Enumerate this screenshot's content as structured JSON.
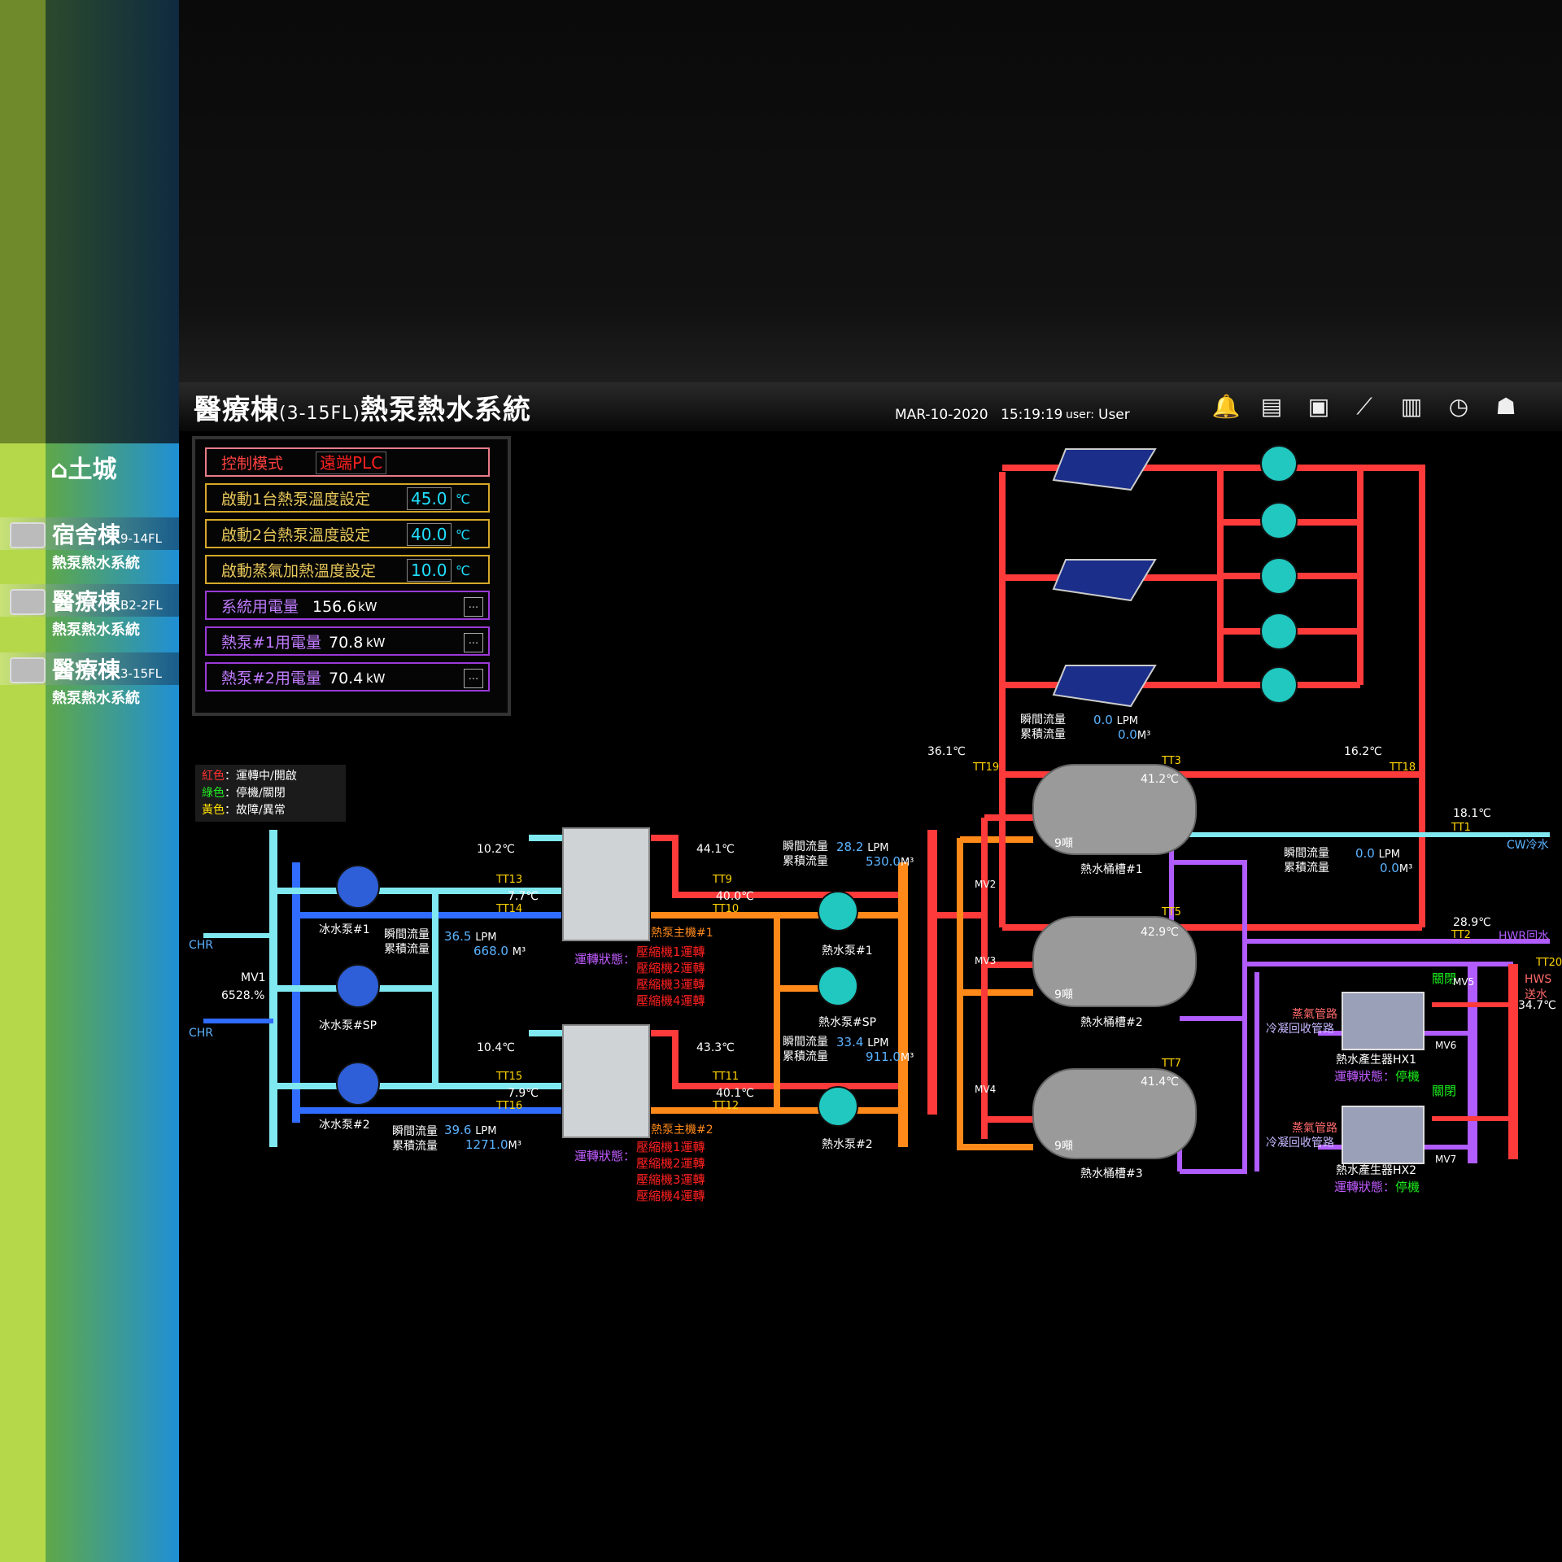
{
  "header": {
    "title": "醫療棟",
    "title_floor": "(3-15FL)",
    "title_rest": "熱泵熱水系統",
    "date": "MAR-10-2020",
    "time": "15:19:19",
    "user_label": "user:",
    "user": "User",
    "icons": [
      "alarm-bell-icon",
      "report-search-icon",
      "user-report-icon",
      "trend-chart-icon",
      "summary-report-icon",
      "schedule-clock-icon",
      "account-icon"
    ]
  },
  "sidebar": {
    "home": "土城",
    "items": [
      {
        "name": "宿舍棟",
        "floor": "9-14FL",
        "sub": "熱泵熱水系統"
      },
      {
        "name": "醫療棟",
        "floor": "B2-2FL",
        "sub": "熱泵熱水系統"
      },
      {
        "name": "醫療棟",
        "floor": "3-15FL",
        "sub": "熱泵熱水系統"
      }
    ]
  },
  "panel": {
    "mode_label": "控制模式",
    "mode_value": "遠端PLC",
    "set1_label": "啟動1台熱泵溫度設定",
    "set1_value": "45.0",
    "unit_c": "℃",
    "set2_label": "啟動2台熱泵溫度設定",
    "set2_value": "40.0",
    "set3_label": "啟動蒸氣加熱溫度設定",
    "set3_value": "10.0",
    "p1_label": "系統用電量",
    "p1_value": "156.6",
    "unit_kw": "kW",
    "p2_label": "熱泵#1用電量",
    "p2_value": "70.8",
    "p3_label": "熱泵#2用電量",
    "p3_value": "70.4",
    "more": "..."
  },
  "legend": {
    "red": "紅色",
    "red_desc": "：運轉中/開啟",
    "green": "綠色",
    "green_desc": "：停機/關閉",
    "yellow": "黃色",
    "yellow_desc": "：故障/異常"
  },
  "colors": {
    "hot": "#ff3a3a",
    "orange": "#ff8a1a",
    "purple": "#b05cff",
    "cyan": "#7fe8f0",
    "blue": "#2f6cff",
    "tealpump": "#20c8c0",
    "bluepump": "#2e5fd8"
  },
  "labels": {
    "flow_inst": "瞬間流量",
    "flow_total": "累積流量",
    "lpm": "LPM",
    "m3": "M³",
    "ice_pump1": "冰水泵#1",
    "ice_pump_sp": "冰水泵#SP",
    "ice_pump2": "冰水泵#2",
    "hot_pump1": "熱水泵#1",
    "hot_pump_sp": "熱水泵#SP",
    "hot_pump2": "熱水泵#2",
    "hp1": "熱泵主機#1",
    "hp2": "熱泵主機#2",
    "run_state": "運轉狀態：",
    "comp1": "壓縮機1運轉",
    "comp2": "壓縮機2運轉",
    "comp3": "壓縮機3運轉",
    "comp4": "壓縮機4運轉",
    "tank1": "熱水桶槽#1",
    "tank2": "熱水桶槽#2",
    "tank3": "熱水桶槽#3",
    "ton": "9噸",
    "hx1": "熱水產生器HX1",
    "hx2": "熱水產生器HX2",
    "stopped": "停機",
    "closed": "關閉",
    "steam": "蒸氣管路",
    "condensate": "冷凝回收管路",
    "chr": "CHR",
    "mv1": "MV1",
    "mv1_val": "6528.%",
    "mv2": "MV2",
    "mv3": "MV3",
    "mv4": "MV4",
    "mv5": "MV5",
    "mv6": "MV6",
    "mv7": "MV7",
    "cw": "CW冷水",
    "hwr": "HWR回水",
    "hws": "HWS",
    "hws2": "送水"
  },
  "readings": {
    "tt13": "10.2℃",
    "tt14": "7.7℃",
    "tt9": "44.1℃",
    "tt10": "40.0℃",
    "tt15": "10.4℃",
    "tt16": "7.9℃",
    "tt11": "43.3℃",
    "tt12": "40.1℃",
    "tt19": "36.1℃",
    "tt18": "16.2℃",
    "tt3": "41.2℃",
    "tt5": "42.9℃",
    "tt7": "41.4℃",
    "tt1": "18.1℃",
    "tt2": "28.9℃",
    "tt20": "34.7℃",
    "ice1_lpm": "36.5",
    "ice1_m3": "668.0",
    "ice2_lpm": "39.6",
    "ice2_m3": "1271.0",
    "hot1_lpm": "28.2",
    "hot1_m3": "530.0",
    "hot2_lpm": "33.4",
    "hot2_m3": "911.0",
    "solar_lpm": "0.0",
    "solar_m3": "0.0",
    "cw_lpm": "0.0",
    "cw_m3": "0.0"
  }
}
